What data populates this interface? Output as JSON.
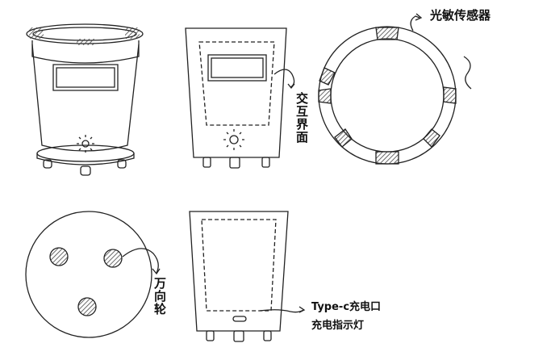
{
  "labels": {
    "light_sensor": "光敏传感器",
    "interaction_interface": "交互界面",
    "universal_wheel": "万向轮",
    "typec_port": "Type-c充电口",
    "charge_indicator": "充电指示灯"
  },
  "colors": {
    "stroke": "#222222",
    "hatch": "#555555"
  }
}
